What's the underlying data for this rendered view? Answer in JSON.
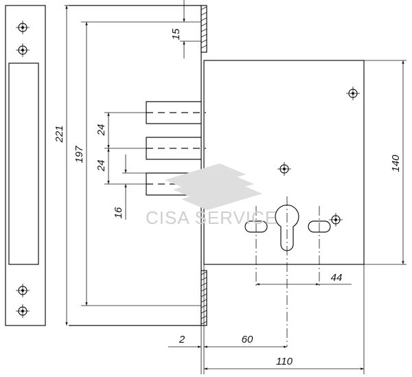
{
  "dimensions": {
    "d15": "15",
    "d221": "221",
    "d197": "197",
    "d24a": "24",
    "d24b": "24",
    "d16": "16",
    "d140": "140",
    "d44": "44",
    "d2": "2",
    "d60": "60",
    "d110": "110"
  },
  "watermark": {
    "text": "CISA SERVICE"
  },
  "colors": {
    "line": "#111111",
    "watermark": "#cfcfcf"
  }
}
